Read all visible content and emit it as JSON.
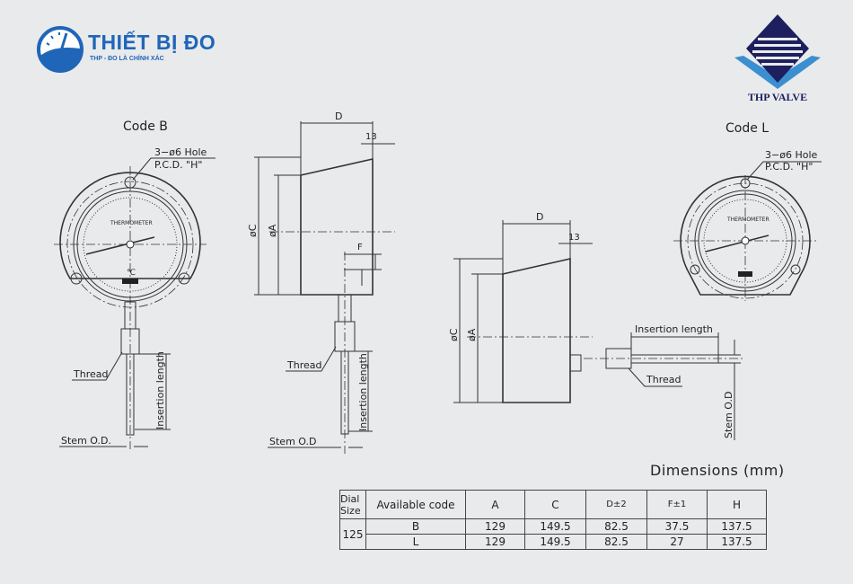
{
  "brand": {
    "name": "THIẾT BỊ ĐO",
    "tagline": "THP - ĐO LÀ CHÍNH XÁC",
    "partner": "THP VALVE",
    "colors": {
      "blue": "#1f66b8",
      "navy": "#1d1f5e",
      "light_blue": "#3a8fd0"
    }
  },
  "drawing": {
    "code_b": {
      "title": "Code B",
      "hole": "3−ø6  Hole",
      "pcd": "P.C.D.  \"H\"",
      "dial_text": "THERMOMETER",
      "unit": "℃",
      "thread": "Thread",
      "insertion": "Insertion length",
      "stem": "Stem  O.D."
    },
    "side_b": {
      "d": "D",
      "thirteen": "13",
      "c": "øC",
      "a": "øA",
      "f": "F",
      "thread": "Thread",
      "insertion": "Insertion length",
      "stem": "Stem  O.D"
    },
    "side_l": {
      "d": "D",
      "thirteen": "13",
      "c": "øC",
      "a": "øA",
      "thread": "Thread",
      "insertion": "Insertion  length",
      "stem": "Stem  O.D"
    },
    "code_l": {
      "title": "Code L",
      "hole": "3−ø6  Hole",
      "pcd": "P.C.D.  \"H\"",
      "dial_text": "THERMOMETER"
    }
  },
  "table": {
    "title": "Dimensions  (mm)",
    "headers": {
      "dial_size": "Dial Size",
      "code": "Available  code",
      "a": "A",
      "c": "C",
      "d": "D±2",
      "f": "F±1",
      "h": "H"
    },
    "dial_size": "125",
    "rows": [
      {
        "code": "B",
        "a": "129",
        "c": "149.5",
        "d": "82.5",
        "f": "37.5",
        "h": "137.5"
      },
      {
        "code": "L",
        "a": "129",
        "c": "149.5",
        "d": "82.5",
        "f": "27",
        "h": "137.5"
      }
    ]
  }
}
